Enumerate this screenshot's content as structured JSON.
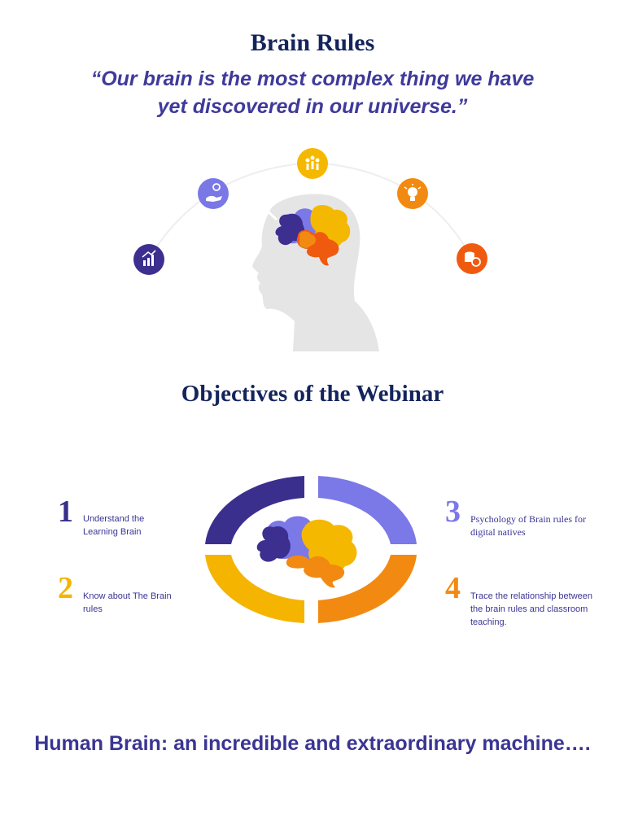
{
  "header": {
    "title": "Brain Rules",
    "quote_line1": "“Our brain  is the most complex thing we have",
    "quote_line2": "yet discovered in our universe.”"
  },
  "hero": {
    "icons": [
      {
        "name": "chart-growth-icon",
        "color": "#3c2f8f"
      },
      {
        "name": "hand-coin-icon",
        "color": "#7a78e6"
      },
      {
        "name": "people-icon",
        "color": "#f5b800"
      },
      {
        "name": "lightbulb-icon",
        "color": "#f28a12"
      },
      {
        "name": "money-clock-icon",
        "color": "#f05a0f"
      }
    ]
  },
  "objectives": {
    "heading": "Objectives of the Webinar",
    "items": [
      {
        "number": "1",
        "text_line1": "Understand the",
        "text_line2": "Learning Brain",
        "text_line3": "",
        "color": "#3a2f8c"
      },
      {
        "number": "2",
        "text_line1": "Know about The Brain",
        "text_line2": "rules",
        "text_line3": "",
        "color": "#f5b400"
      },
      {
        "number": "3",
        "text_line1": "Psychology of Brain rules for",
        "text_line2": "digital natives",
        "text_line3": "",
        "color": "#7b78e8"
      },
      {
        "number": "4",
        "text_line1": "Trace the relationship between",
        "text_line2": "the  brain rules and classroom",
        "text_line3": "teaching.",
        "color": "#f28a12"
      }
    ]
  },
  "footer": {
    "text": "Human Brain: an incredible and extraordinary machine…."
  }
}
